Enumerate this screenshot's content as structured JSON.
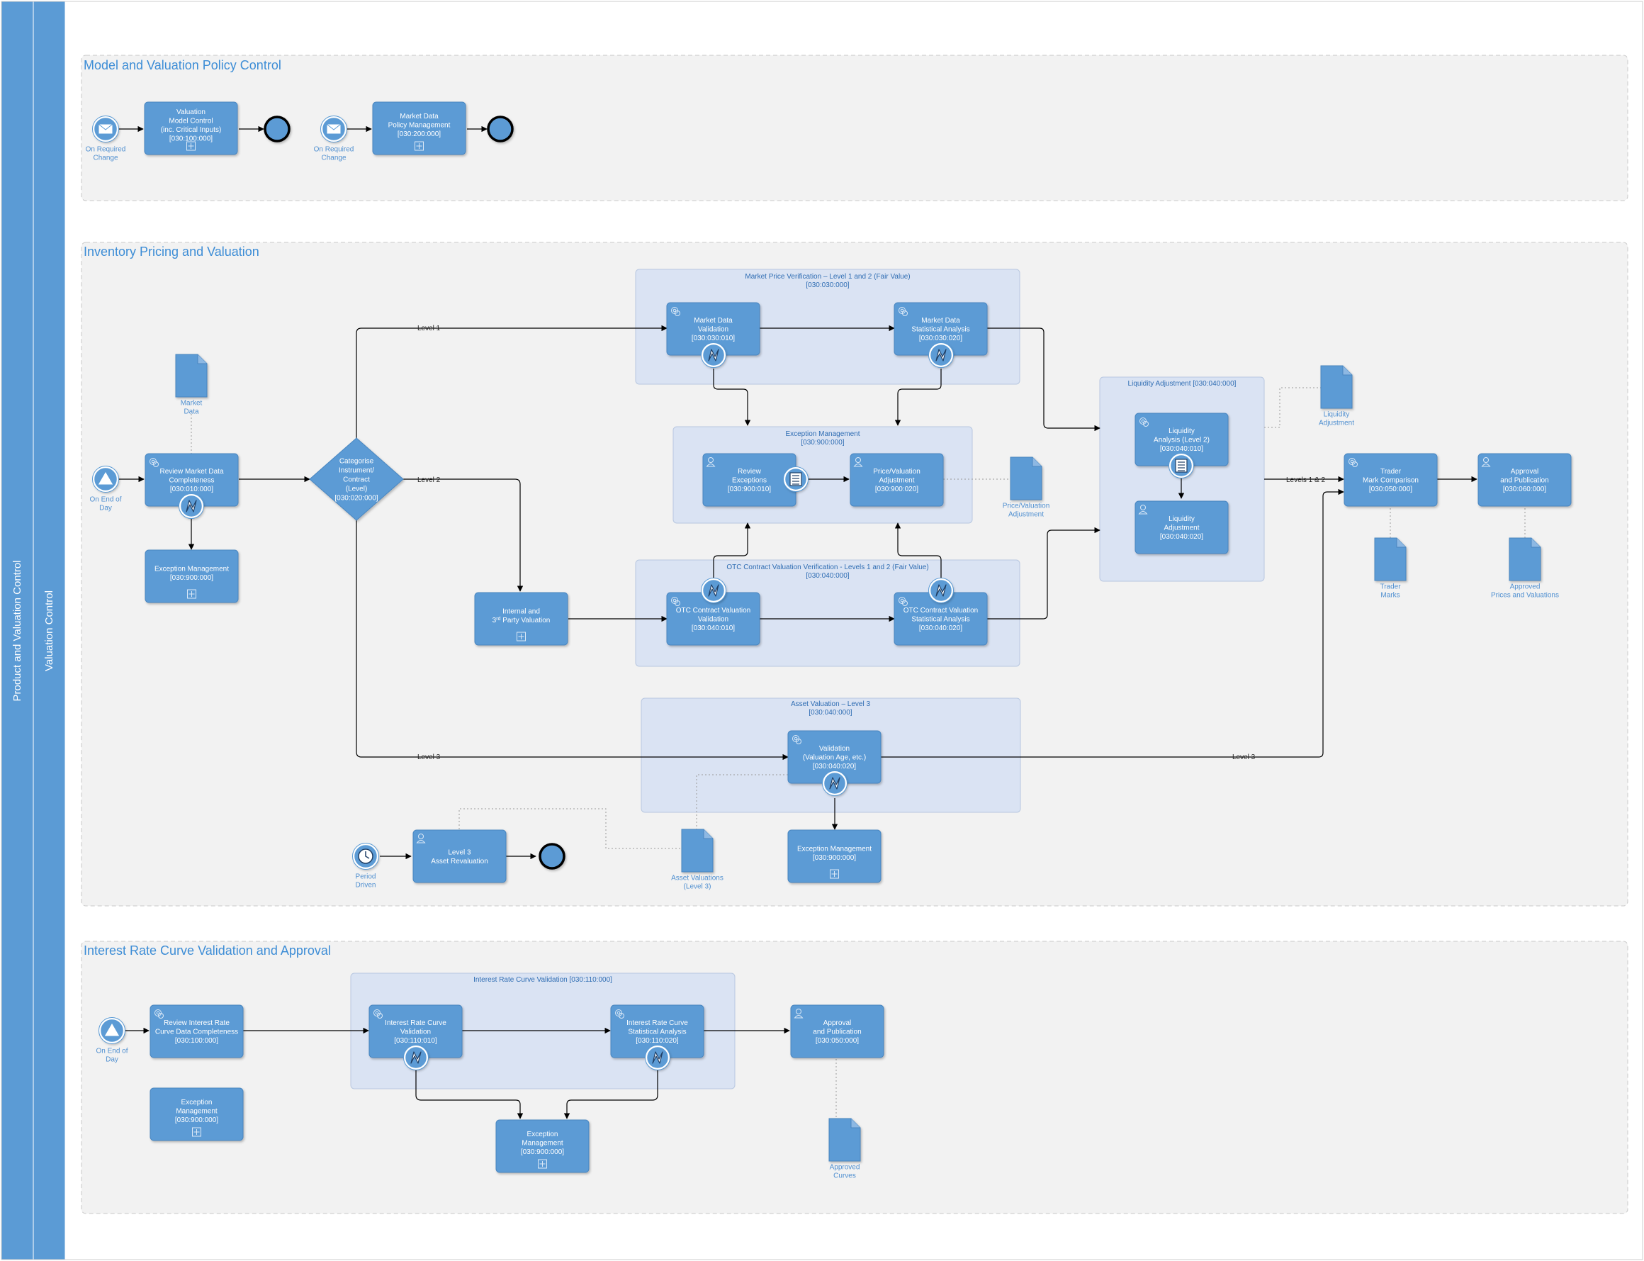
{
  "lanes": {
    "outer": "Product and Valuation Control",
    "inner": "Valuation Control"
  },
  "colors": {
    "lane": "#5b9bd5",
    "task": "#5b9bd5",
    "section_bg": "#f2f2f2",
    "group_bg": "#dae3f3",
    "flow": "#000000",
    "label": "#4f8fd0"
  },
  "sections": [
    {
      "title": "Model and Valuation Policy Control"
    },
    {
      "title": "Inventory Pricing and Valuation"
    },
    {
      "title": "Interest Rate Curve Validation and Approval"
    }
  ],
  "groups": [
    {
      "title": [
        "Market Price Verification – Level 1 and 2 (Fair Value)",
        "[030:030:000]"
      ]
    },
    {
      "title": [
        "Exception Management",
        "[030:900:000]"
      ]
    },
    {
      "title": [
        "OTC Contract Valuation Verification - Levels 1 and 2 (Fair Value)",
        "[030:040:000]"
      ]
    },
    {
      "title": [
        "Asset Valuation – Level 3",
        "[030:040:000]"
      ]
    },
    {
      "title": [
        "Liquidity Adjustment [030:040:000]"
      ]
    },
    {
      "title": [
        "Interest Rate Curve Validation [030:110:000]"
      ]
    }
  ],
  "tasks": [
    {
      "lines": [
        "Valuation",
        "Model Control",
        "(inc. Critical Inputs)",
        "[030:100:000]"
      ]
    },
    {
      "lines": [
        "Market Data",
        "Policy Management",
        "[030:200:000]"
      ]
    },
    {
      "lines": [
        "Review Market Data",
        "Completeness",
        "[030:010:000]"
      ]
    },
    {
      "lines": [
        "Exception Management",
        "[030:900:000]"
      ]
    },
    {
      "lines": [
        "Market Data",
        "Validation",
        "[030:030:010]"
      ]
    },
    {
      "lines": [
        "Market Data",
        "Statistical Analysis",
        "[030:030:020]"
      ]
    },
    {
      "lines": [
        "Review",
        "Exceptions",
        "[030:900:010]"
      ]
    },
    {
      "lines": [
        "Price/Valuation",
        "Adjustment",
        "[030:900:020]"
      ]
    },
    {
      "lines": [
        "Internal and",
        "3rd Party Valuation"
      ]
    },
    {
      "lines": [
        "OTC Contract Valuation",
        "Validation",
        "[030:040:010]"
      ]
    },
    {
      "lines": [
        "OTC Contract Valuation",
        "Statistical Analysis",
        "[030:040:020]"
      ]
    },
    {
      "lines": [
        "Validation",
        "(Valuation Age, etc.)",
        "[030:040:020]"
      ]
    },
    {
      "lines": [
        "Exception Management",
        "[030:900:000]"
      ]
    },
    {
      "lines": [
        "Level 3",
        "Asset Revaluation"
      ]
    },
    {
      "lines": [
        "Liquidity",
        "Analysis (Level 2)",
        "[030:040:010]"
      ]
    },
    {
      "lines": [
        "Liquidity",
        "Adjustment",
        "[030:040:020]"
      ]
    },
    {
      "lines": [
        "Trader",
        "Mark Comparison",
        "[030:050:000]"
      ]
    },
    {
      "lines": [
        "Approval",
        "and Publication",
        "[030:060:000]"
      ]
    },
    {
      "lines": [
        "Review Interest Rate",
        "Curve Data Completeness",
        "[030:100:000]"
      ]
    },
    {
      "lines": [
        "Exception",
        "Management",
        "[030:900:000]"
      ]
    },
    {
      "lines": [
        "Interest Rate Curve",
        "Validation",
        "[030:110:010]"
      ]
    },
    {
      "lines": [
        "Interest Rate Curve",
        "Statistical Analysis",
        "[030:110:020]"
      ]
    },
    {
      "lines": [
        "Approval",
        "and Publication",
        "[030:050:000]"
      ]
    },
    {
      "lines": [
        "Exception",
        "Management",
        "[030:900:000]"
      ]
    }
  ],
  "gateway": {
    "lines": [
      "Categorise",
      "Instrument/",
      "Contract",
      "(Level)",
      "[030:020:000]"
    ]
  },
  "events": [
    {
      "label": [
        "On Required",
        "Change"
      ]
    },
    {
      "label": [
        "On Required",
        "Change"
      ]
    },
    {
      "label": [
        "On End of",
        "Day"
      ]
    },
    {
      "label": [
        "Period",
        "Driven"
      ]
    },
    {
      "label": [
        "On End of",
        "Day"
      ]
    }
  ],
  "documents": [
    {
      "label": [
        "Market",
        "Data"
      ]
    },
    {
      "label": [
        "Price/Valuation",
        "Adjustment"
      ]
    },
    {
      "label": [
        "Liquidity",
        "Adjustment"
      ]
    },
    {
      "label": [
        "Trader",
        "Marks"
      ]
    },
    {
      "label": [
        "Approved",
        "Prices and Valuations"
      ]
    },
    {
      "label": [
        "Asset Valuations",
        "(Level 3)"
      ]
    },
    {
      "label": [
        "Approved",
        "Curves"
      ]
    }
  ],
  "flow_labels": [
    "Level 1",
    "Level 2",
    "Level 3",
    "Levels 1 & 2",
    "Level 3"
  ]
}
